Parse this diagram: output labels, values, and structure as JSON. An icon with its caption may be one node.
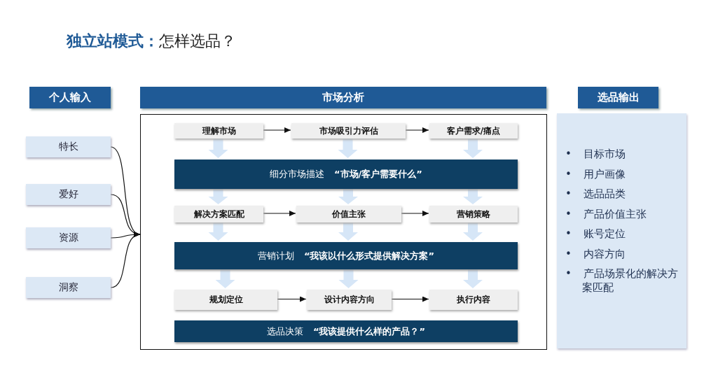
{
  "diagram": {
    "title": "**独立站模式：**怎样选品？",
    "nodes": [
      {
        "text": [
          "个人输入"
        ]
      },
      {
        "text": [
          "特长"
        ]
      },
      {
        "text": [
          "爱好"
        ]
      },
      {
        "text": [
          "资源"
        ]
      },
      {
        "text": [
          "洞察"
        ]
      },
      {
        "text": [
          "市场分析"
        ]
      },
      {
        "text": [],
        "shape": "box"
      },
      {
        "text": [
          "理解市场"
        ],
        "in": 6
      },
      {
        "text": [
          "市场吸引力评估"
        ],
        "in": 6
      },
      {
        "text": [
          "客户需求/痛点"
        ],
        "in": 6
      },
      {
        "text": [
          "细分市场描述",
          "“市场/客户需要什么”"
        ],
        "in": 6
      },
      {
        "text": [
          "解决方案匹配"
        ],
        "in": 6
      },
      {
        "text": [
          "价值主张"
        ],
        "in": 6
      },
      {
        "text": [
          "营销策略"
        ],
        "in": 6
      },
      {
        "text": [
          "营销计划",
          "“我该以什么形式提供解决方案”"
        ],
        "in": 6
      },
      {
        "text": [
          "规划定位"
        ],
        "in": 6
      },
      {
        "text": [
          "设计内容方向"
        ],
        "in": 6
      },
      {
        "text": [
          "执行内容"
        ],
        "in": 6
      },
      {
        "text": [
          "选品决策",
          "“我该提供什么样的产品？”"
        ],
        "in": 6
      },
      {
        "text": [
          "选品输出"
        ]
      },
      {
        "text": [
          "• 目标市场",
          "• 用户画像",
          "• 选品品类",
          "• 产品价值主张",
          "• 账号定位",
          "• 内容方向",
          "• 产品场景化的解决方案匹配"
        ]
      }
    ],
    "edges": [
      {
        "from": 1,
        "to": 6,
        "arrow": "to",
        "color": "#111111"
      },
      {
        "from": 2,
        "to": 6,
        "arrow": "to",
        "color": "#111111"
      },
      {
        "from": 3,
        "to": 6,
        "arrow": "to",
        "color": "#111111"
      },
      {
        "from": 4,
        "to": 6,
        "arrow": "to",
        "color": "#111111"
      },
      {
        "from": 7,
        "to": 8,
        "arrow": "to",
        "color": "#111111"
      },
      {
        "from": 8,
        "to": 9,
        "arrow": "to",
        "color": "#111111"
      },
      {
        "from": 7,
        "to": 10,
        "arrow": "to",
        "style": "thick",
        "color": "#d6e6f7"
      },
      {
        "from": 8,
        "to": 10,
        "arrow": "to",
        "style": "thick",
        "color": "#d6e6f7"
      },
      {
        "from": 9,
        "to": 10,
        "arrow": "to",
        "style": "thick",
        "color": "#d6e6f7"
      },
      {
        "from": 10,
        "to": 11,
        "arrow": "to",
        "style": "thick",
        "color": "#d6e6f7"
      },
      {
        "from": 10,
        "to": 12,
        "arrow": "to",
        "style": "thick",
        "color": "#d6e6f7"
      },
      {
        "from": 10,
        "to": 13,
        "arrow": "to",
        "style": "thick",
        "color": "#d6e6f7"
      },
      {
        "from": 11,
        "to": 12,
        "arrow": "to",
        "color": "#111111"
      },
      {
        "from": 12,
        "to": 13,
        "arrow": "to",
        "color": "#111111"
      },
      {
        "from": 11,
        "to": 14,
        "arrow": "to",
        "style": "thick",
        "color": "#d6e6f7"
      },
      {
        "from": 12,
        "to": 14,
        "arrow": "to",
        "style": "thick",
        "color": "#d6e6f7"
      },
      {
        "from": 13,
        "to": 14,
        "arrow": "to",
        "style": "thick",
        "color": "#d6e6f7"
      },
      {
        "from": 14,
        "to": 15,
        "arrow": "to",
        "style": "thick",
        "color": "#d6e6f7"
      },
      {
        "from": 14,
        "to": 16,
        "arrow": "to",
        "style": "thick",
        "color": "#d6e6f7"
      },
      {
        "from": 14,
        "to": 17,
        "arrow": "to",
        "style": "thick",
        "color": "#d6e6f7"
      },
      {
        "from": 15,
        "to": 16,
        "arrow": "to",
        "color": "#111111"
      },
      {
        "from": 16,
        "to": 17,
        "arrow": "to",
        "color": "#111111"
      }
    ]
  }
}
